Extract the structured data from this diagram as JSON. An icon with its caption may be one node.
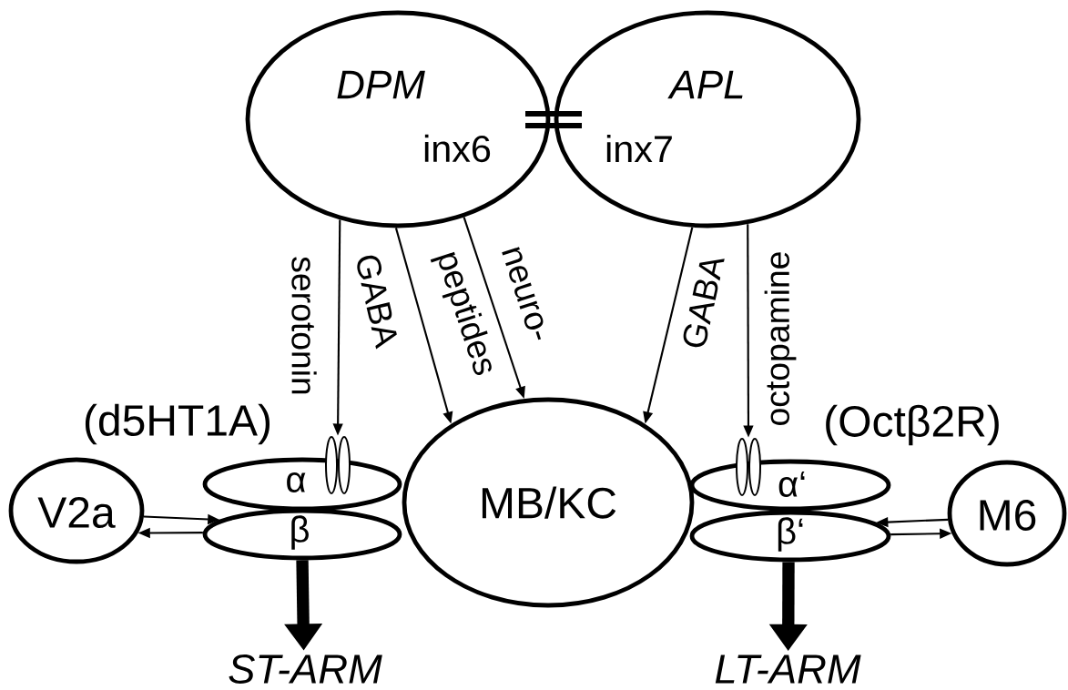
{
  "diagram": {
    "nodes": [
      {
        "text": [
          "DPM",
          "inx6"
        ]
      },
      {
        "text": [
          "APL",
          "inx7"
        ]
      },
      {
        "text": [
          "MB/KC"
        ]
      },
      {
        "text": [
          "α"
        ]
      },
      {
        "text": [
          "β"
        ]
      },
      {
        "text": [
          "α‘"
        ]
      },
      {
        "text": [
          "β‘"
        ]
      },
      {
        "text": [
          "V2a"
        ]
      },
      {
        "text": [
          "M6"
        ]
      },
      {
        "text": [
          "ST-ARM"
        ]
      },
      {
        "text": [
          "LT-ARM"
        ]
      },
      {
        "text": [],
        "shape": "channel"
      },
      {
        "text": [],
        "shape": "channel"
      }
    ],
    "labels": [
      "(d5HT1A)",
      "(Octβ2R)"
    ],
    "edges": [
      {
        "from": 0,
        "to": 11,
        "arrow": "to",
        "label": "serotonin"
      },
      {
        "from": 0,
        "to": 2,
        "arrow": "to",
        "label": "GABA"
      },
      {
        "from": 0,
        "to": 2,
        "arrow": "to",
        "label": "neuro- peptides"
      },
      {
        "from": 1,
        "to": 2,
        "arrow": "to",
        "label": "GABA"
      },
      {
        "from": 1,
        "to": 12,
        "arrow": "to",
        "label": "octopamine"
      },
      {
        "from": 7,
        "to": 4,
        "arrow": "to"
      },
      {
        "from": 4,
        "to": 7,
        "arrow": "to"
      },
      {
        "from": 8,
        "to": 6,
        "arrow": "to"
      },
      {
        "from": 6,
        "to": 8,
        "arrow": "to"
      },
      {
        "from": 4,
        "to": 9,
        "arrow": "to",
        "style": "thick"
      },
      {
        "from": 6,
        "to": 10,
        "arrow": "to",
        "style": "thick"
      }
    ]
  }
}
